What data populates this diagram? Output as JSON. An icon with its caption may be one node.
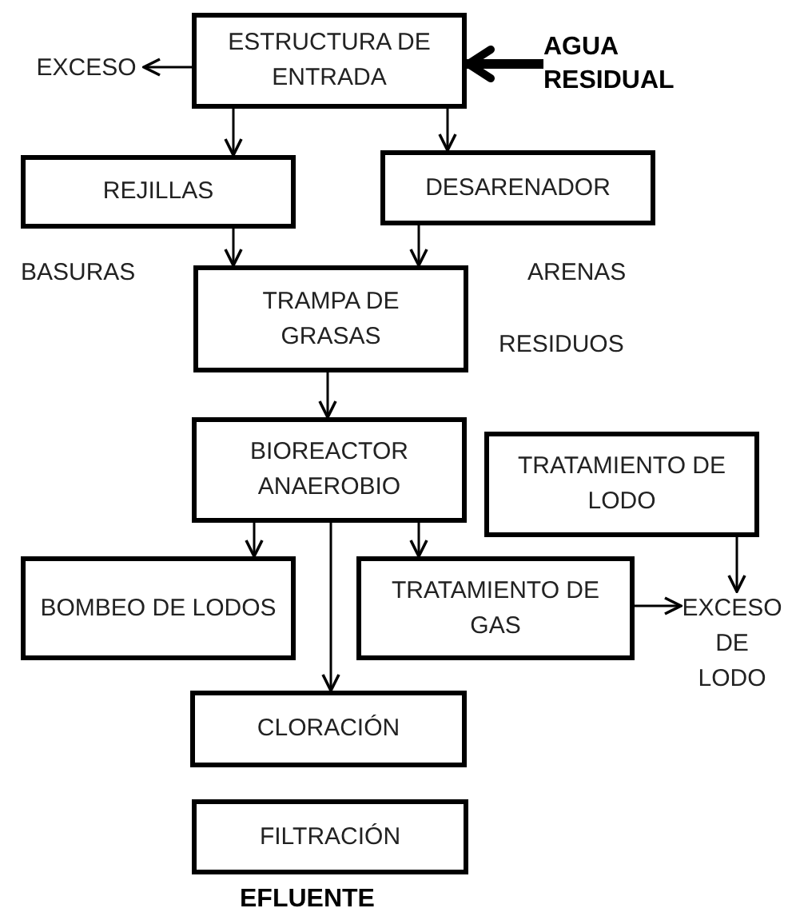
{
  "diagram": {
    "nodes": [
      {
        "text": [
          "ESTRUCTURA DE ENTRADA"
        ]
      },
      {
        "text": [
          "EXCESO"
        ]
      },
      {
        "text": [
          "AGUA RESIDUAL"
        ]
      },
      {
        "text": [
          "REJILLAS"
        ]
      },
      {
        "text": [
          "DESARENADOR"
        ]
      },
      {
        "text": [
          "TRAMPA DE GRASAS"
        ]
      },
      {
        "text": [
          "BIOREACTOR ANAEROBIO"
        ]
      },
      {
        "text": [
          "TRATAMIENTO DE LODO"
        ]
      },
      {
        "text": [
          "BOMBEO DE LODOS"
        ]
      },
      {
        "text": [
          "TRATAMIENTO DE GAS"
        ]
      },
      {
        "text": [
          "EXCESO DE LODO"
        ]
      },
      {
        "text": [
          "CLORACIÓN"
        ]
      },
      {
        "text": [
          "FILTRACIÓN"
        ]
      }
    ],
    "edges": [
      {
        "from": 0,
        "to": 1,
        "arrow": "to"
      },
      {
        "from": 2,
        "to": 0,
        "arrow": "to",
        "style": "thick"
      },
      {
        "from": 0,
        "to": 3,
        "arrow": "to"
      },
      {
        "from": 0,
        "to": 4,
        "arrow": "to"
      },
      {
        "from": 3,
        "to": 5,
        "arrow": "to"
      },
      {
        "from": 4,
        "to": 5,
        "arrow": "to"
      },
      {
        "from": 5,
        "to": 6,
        "arrow": "to"
      },
      {
        "from": 6,
        "to": 8,
        "arrow": "to"
      },
      {
        "from": 6,
        "to": 9,
        "arrow": "to"
      },
      {
        "from": 6,
        "to": 11,
        "arrow": "to"
      },
      {
        "from": 9,
        "to": 10,
        "arrow": "to"
      },
      {
        "from": 7,
        "to": 10,
        "arrow": "to"
      }
    ],
    "labels": [
      "BASURAS",
      "ARENAS",
      "RESIDUOS",
      "EFLUENTE"
    ]
  }
}
